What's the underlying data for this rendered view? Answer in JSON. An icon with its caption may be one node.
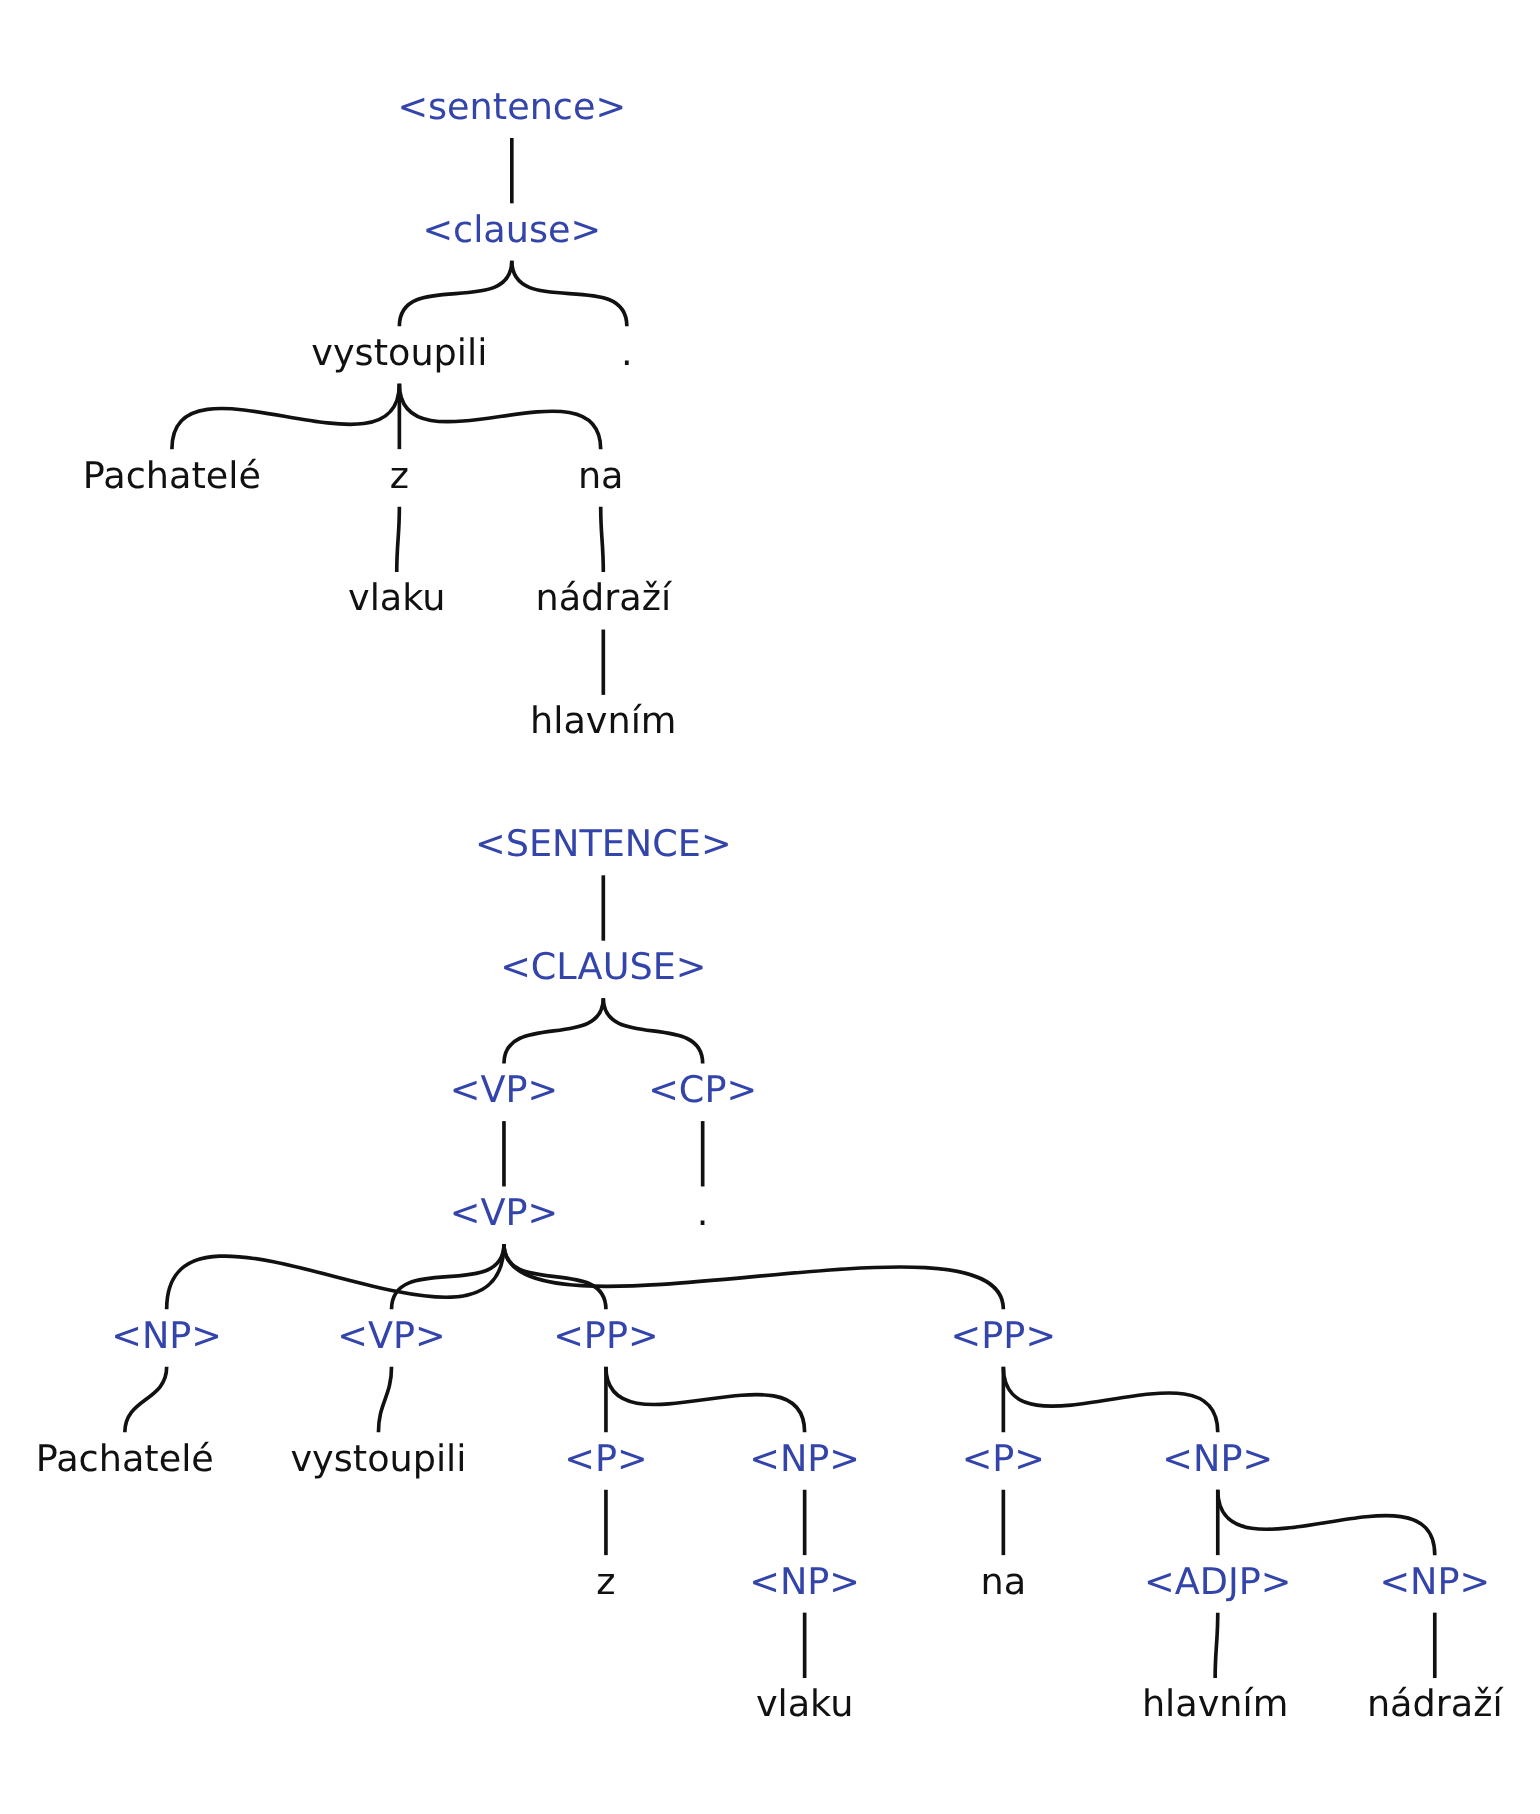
{
  "diagram": {
    "nodes": [
      {
        "text": [
          "<sentence>"
        ]
      },
      {
        "text": [
          "<clause>"
        ]
      },
      {
        "text": [
          "vystoupili"
        ]
      },
      {
        "text": [
          "."
        ]
      },
      {
        "text": [
          "Pachatelé"
        ]
      },
      {
        "text": [
          "z"
        ]
      },
      {
        "text": [
          "na"
        ]
      },
      {
        "text": [
          "vlaku"
        ]
      },
      {
        "text": [
          "nádraží"
        ]
      },
      {
        "text": [
          "hlavním"
        ]
      },
      {
        "text": [
          "<SENTENCE>"
        ]
      },
      {
        "text": [
          "<CLAUSE>"
        ]
      },
      {
        "text": [
          "<VP>"
        ]
      },
      {
        "text": [
          "<CP>"
        ]
      },
      {
        "text": [
          "<VP>"
        ]
      },
      {
        "text": [
          "."
        ]
      },
      {
        "text": [
          "<NP>"
        ]
      },
      {
        "text": [
          "<VP>"
        ]
      },
      {
        "text": [
          "<PP>"
        ]
      },
      {
        "text": [
          "<PP>"
        ]
      },
      {
        "text": [
          "Pachatelé"
        ]
      },
      {
        "text": [
          "vystoupili"
        ]
      },
      {
        "text": [
          "<P>"
        ]
      },
      {
        "text": [
          "<NP>"
        ]
      },
      {
        "text": [
          "<P>"
        ]
      },
      {
        "text": [
          "<NP>"
        ]
      },
      {
        "text": [
          "z"
        ]
      },
      {
        "text": [
          "<NP>"
        ]
      },
      {
        "text": [
          "na"
        ]
      },
      {
        "text": [
          "<ADJP>"
        ]
      },
      {
        "text": [
          "<NP>"
        ]
      },
      {
        "text": [
          "vlaku"
        ]
      },
      {
        "text": [
          "hlavním"
        ]
      },
      {
        "text": [
          "nádraží"
        ]
      }
    ],
    "edges": [
      {
        "from": 0,
        "to": 1,
        "arrow": "none"
      },
      {
        "from": 1,
        "to": 2,
        "arrow": "none"
      },
      {
        "from": 1,
        "to": 3,
        "arrow": "none"
      },
      {
        "from": 2,
        "to": 4,
        "arrow": "none"
      },
      {
        "from": 2,
        "to": 5,
        "arrow": "none"
      },
      {
        "from": 2,
        "to": 6,
        "arrow": "none"
      },
      {
        "from": 5,
        "to": 7,
        "arrow": "none"
      },
      {
        "from": 6,
        "to": 8,
        "arrow": "none"
      },
      {
        "from": 8,
        "to": 9,
        "arrow": "none"
      },
      {
        "from": 10,
        "to": 11,
        "arrow": "none"
      },
      {
        "from": 11,
        "to": 12,
        "arrow": "none"
      },
      {
        "from": 11,
        "to": 13,
        "arrow": "none"
      },
      {
        "from": 12,
        "to": 14,
        "arrow": "none"
      },
      {
        "from": 13,
        "to": 15,
        "arrow": "none"
      },
      {
        "from": 14,
        "to": 16,
        "arrow": "none"
      },
      {
        "from": 14,
        "to": 17,
        "arrow": "none"
      },
      {
        "from": 14,
        "to": 18,
        "arrow": "none"
      },
      {
        "from": 14,
        "to": 19,
        "arrow": "none"
      },
      {
        "from": 16,
        "to": 20,
        "arrow": "none"
      },
      {
        "from": 17,
        "to": 21,
        "arrow": "none"
      },
      {
        "from": 18,
        "to": 22,
        "arrow": "none"
      },
      {
        "from": 18,
        "to": 23,
        "arrow": "none"
      },
      {
        "from": 22,
        "to": 26,
        "arrow": "none"
      },
      {
        "from": 23,
        "to": 27,
        "arrow": "none"
      },
      {
        "from": 27,
        "to": 31,
        "arrow": "none"
      },
      {
        "from": 19,
        "to": 24,
        "arrow": "none"
      },
      {
        "from": 19,
        "to": 25,
        "arrow": "none"
      },
      {
        "from": 24,
        "to": 28,
        "arrow": "none"
      },
      {
        "from": 25,
        "to": 29,
        "arrow": "none"
      },
      {
        "from": 25,
        "to": 30,
        "arrow": "none"
      },
      {
        "from": 29,
        "to": 32,
        "arrow": "none"
      },
      {
        "from": 30,
        "to": 33,
        "arrow": "none"
      }
    ]
  }
}
